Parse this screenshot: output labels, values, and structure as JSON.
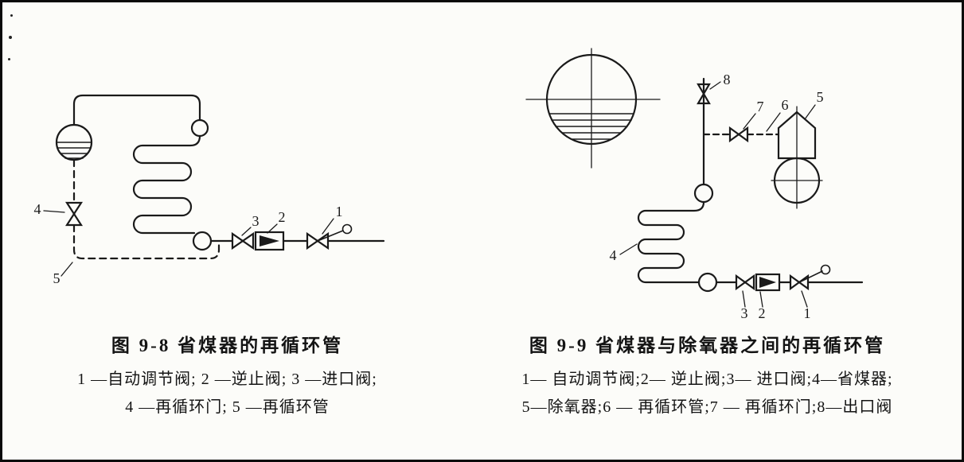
{
  "paper_color": "#fcfcf9",
  "ink_color": "#1a1a1a",
  "figures": {
    "left": {
      "figure_number": "9-8",
      "title": "图 9-8  省煤器的再循环管",
      "legend": [
        "1 —自动调节阀;  2 —逆止阀;  3 —进口阀;",
        "4 —再循环门;  5 —再循环管"
      ],
      "labels": {
        "n1": "1",
        "n2": "2",
        "n3": "3",
        "n4": "4",
        "n5": "5"
      }
    },
    "right": {
      "figure_number": "9-9",
      "title": "图 9-9  省煤器与除氧器之间的再循环管",
      "legend": [
        "1— 自动调节阀;2— 逆止阀;3— 进口阀;4—省煤器;",
        "5—除氧器;6 — 再循环管;7 — 再循环门;8—出口阀"
      ],
      "labels": {
        "n1": "1",
        "n2": "2",
        "n3": "3",
        "n4": "4",
        "n5": "5",
        "n6": "6",
        "n7": "7",
        "n8": "8"
      }
    }
  }
}
